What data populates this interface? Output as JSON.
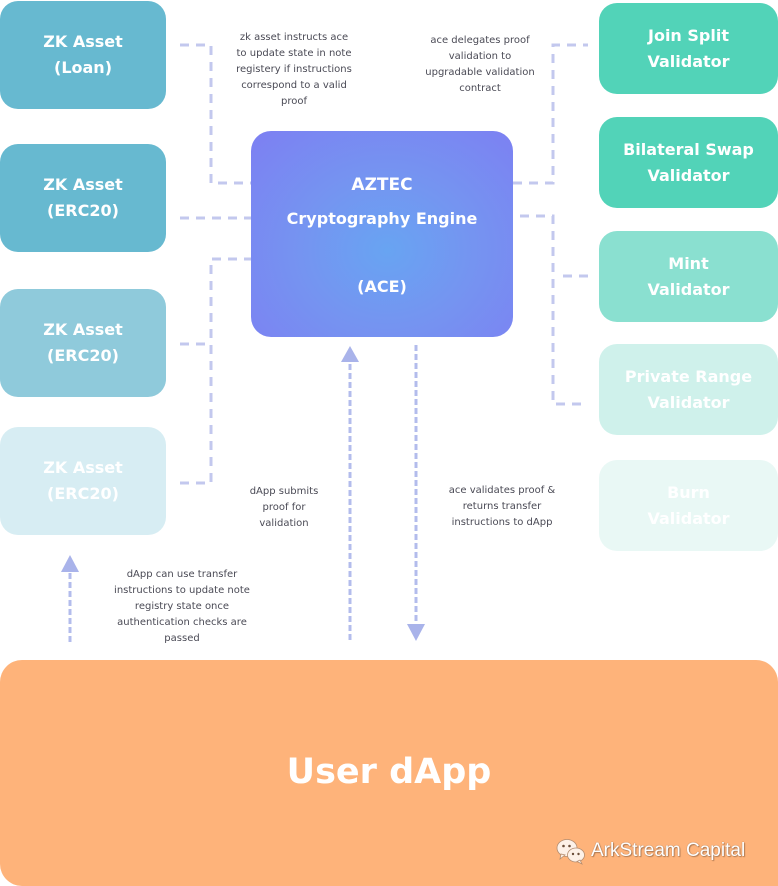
{
  "assets": [
    {
      "line1": "ZK Asset",
      "line2": "(Loan)",
      "color": "#67b9d0"
    },
    {
      "line1": "ZK Asset",
      "line2": "(ERC20)",
      "color": "#67b9d0"
    },
    {
      "line1": "ZK Asset",
      "line2": "(ERC20)",
      "color": "#8fcadb"
    },
    {
      "line1": "ZK Asset",
      "line2": "(ERC20)",
      "color": "#d7edf3"
    }
  ],
  "ace": {
    "line1": "AZTEC",
    "line2": "Cryptography Engine",
    "line3": "(ACE)"
  },
  "validators": [
    {
      "line1": "Join Split",
      "line2": "Validator",
      "color": "#52d3b8"
    },
    {
      "line1": "Bilateral Swap",
      "line2": "Validator",
      "color": "#52d3b8"
    },
    {
      "line1": "Mint",
      "line2": "Validator",
      "color": "#8ae0d0"
    },
    {
      "line1": "Private Range",
      "line2": "Validator",
      "color": "#cff1eb"
    },
    {
      "line1": "Burn",
      "line2": "Validator",
      "color": "#e9f8f5"
    }
  ],
  "notes": {
    "asset_to_ace": [
      "zk asset instructs ace",
      "to update state in note",
      "registery if instructions",
      "correspond to a valid",
      "proof"
    ],
    "ace_to_validator": [
      "ace delegates proof",
      "validation to",
      "upgradable validation",
      "contract"
    ],
    "dapp_submits": [
      "dApp submits",
      "proof for",
      "validation"
    ],
    "ace_returns": [
      "ace validates proof  &",
      "returns transfer",
      "instructions to dApp"
    ],
    "dapp_updates": [
      "dApp can use transfer",
      "instructions to update note",
      "registry state once",
      "authentication checks are",
      "passed"
    ]
  },
  "dapp": {
    "title": "User dApp",
    "color": "#feb37a"
  },
  "watermark": {
    "icon": "wechat-icon",
    "text": "ArkStream Capital"
  },
  "colors": {
    "connector": "#c3c8ee",
    "arrow": "#a9b3ea",
    "note_text": "#4a4a55"
  }
}
